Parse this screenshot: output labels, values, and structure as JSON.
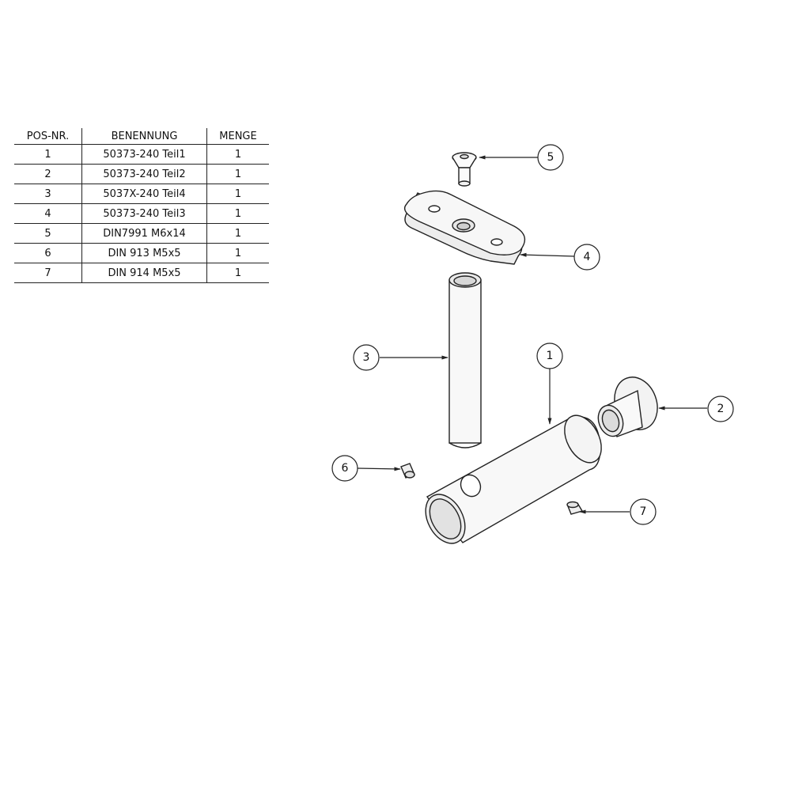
{
  "bom": {
    "headers": [
      "POS-NR.",
      "BENENNUNG",
      "MENGE"
    ],
    "rows": [
      {
        "pos": "1",
        "name": "50373-240 Teil1",
        "qty": "1"
      },
      {
        "pos": "2",
        "name": "50373-240 Teil2",
        "qty": "1"
      },
      {
        "pos": "3",
        "name": "5037X-240 Teil4",
        "qty": "1"
      },
      {
        "pos": "4",
        "name": "50373-240 Teil3",
        "qty": "1"
      },
      {
        "pos": "5",
        "name": "DIN7991 M6x14",
        "qty": "1"
      },
      {
        "pos": "6",
        "name": "DIN 913 M5x5",
        "qty": "1"
      },
      {
        "pos": "7",
        "name": "DIN 914 M5x5",
        "qty": "1"
      }
    ]
  },
  "balloons": [
    {
      "part": "countersunk-screw",
      "label": "5"
    },
    {
      "part": "mounting-plate",
      "label": "4"
    },
    {
      "part": "vertical-tube",
      "label": "3"
    },
    {
      "part": "main-cylinder",
      "label": "1"
    },
    {
      "part": "end-cap",
      "label": "2"
    },
    {
      "part": "set-screw-flat",
      "label": "6"
    },
    {
      "part": "set-screw-cone",
      "label": "7"
    }
  ]
}
